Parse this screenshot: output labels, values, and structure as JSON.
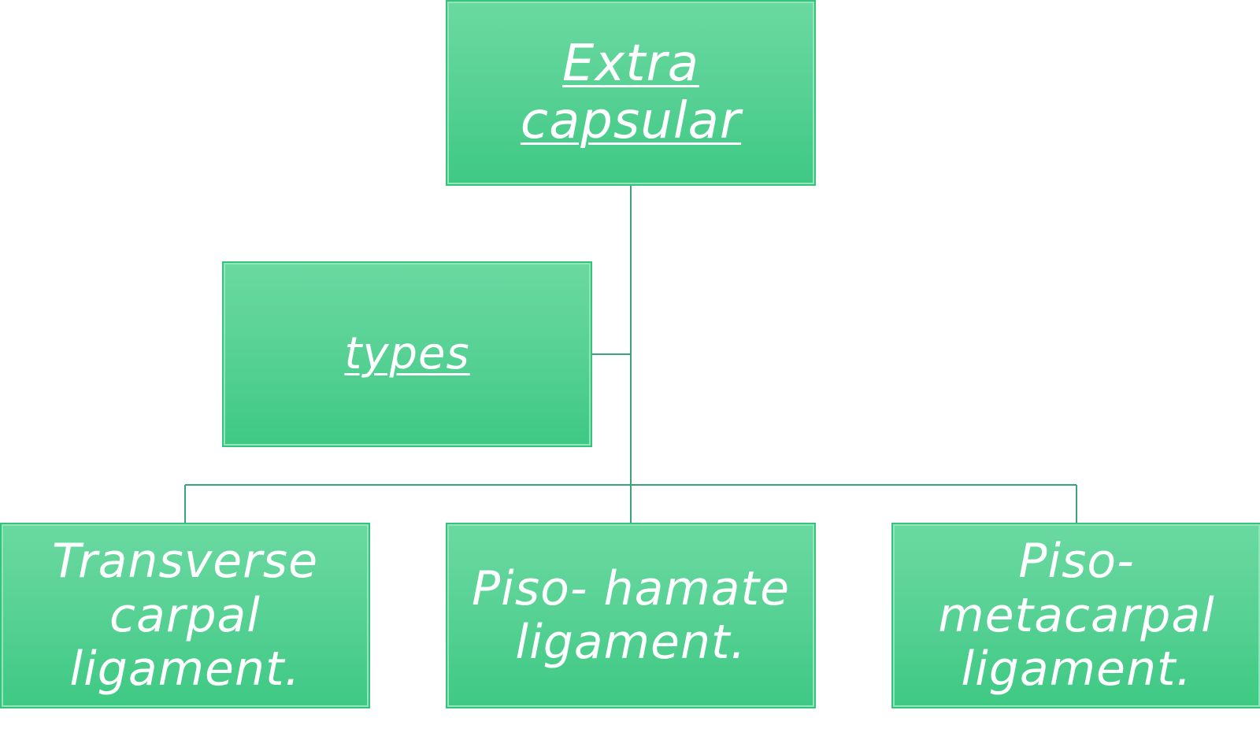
{
  "diagram": {
    "root": {
      "label": "Extra capsular"
    },
    "assistant": {
      "label": "types"
    },
    "children": [
      {
        "label": "Transverse carpal ligament."
      },
      {
        "label": "Piso- hamate ligament."
      },
      {
        "label": "Piso- metacarpal ligament."
      }
    ]
  },
  "colors": {
    "node_fill_top": "#6ad9a1",
    "node_fill_bottom": "#3ec983",
    "node_border": "#37c27c",
    "connector": "#3aa37a",
    "text": "#ffffff"
  }
}
